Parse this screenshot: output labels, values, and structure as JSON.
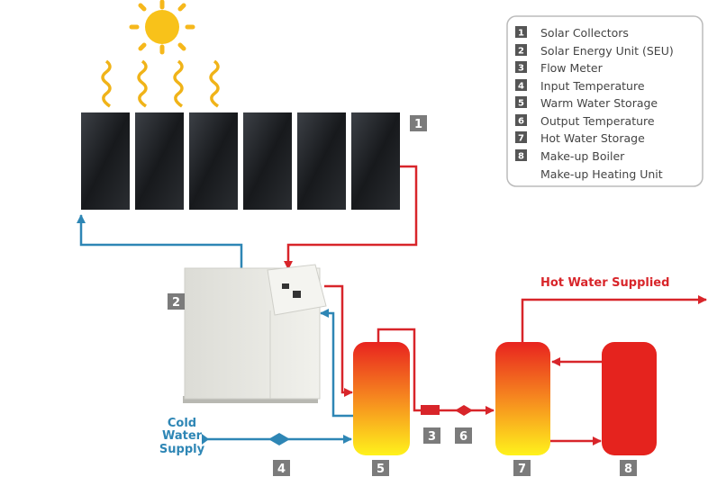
{
  "title": "Solar water heating system diagram",
  "legend": [
    {
      "num": "1",
      "label": "Solar Collectors"
    },
    {
      "num": "2",
      "label": "Solar Energy Unit (SEU)"
    },
    {
      "num": "3",
      "label": "Flow Meter"
    },
    {
      "num": "4",
      "label": "Input Temperature"
    },
    {
      "num": "5",
      "label": "Warm Water Storage"
    },
    {
      "num": "6",
      "label": "Output Temperature"
    },
    {
      "num": "7",
      "label": "Hot Water Storage"
    },
    {
      "num": "8",
      "label": "Make-up Boiler"
    },
    {
      "num": "",
      "label": "Make-up Heating Unit"
    }
  ],
  "labels": {
    "hot_water": "Hot Water Supplied",
    "cold_water": [
      "Cold",
      "Water",
      "Supply"
    ]
  },
  "markers": [
    "1",
    "2",
    "3",
    "4",
    "5",
    "6",
    "7",
    "8"
  ],
  "colors": {
    "hot": "#d8252a",
    "cold": "#2e86b5",
    "marker": "#7b7b7b"
  }
}
